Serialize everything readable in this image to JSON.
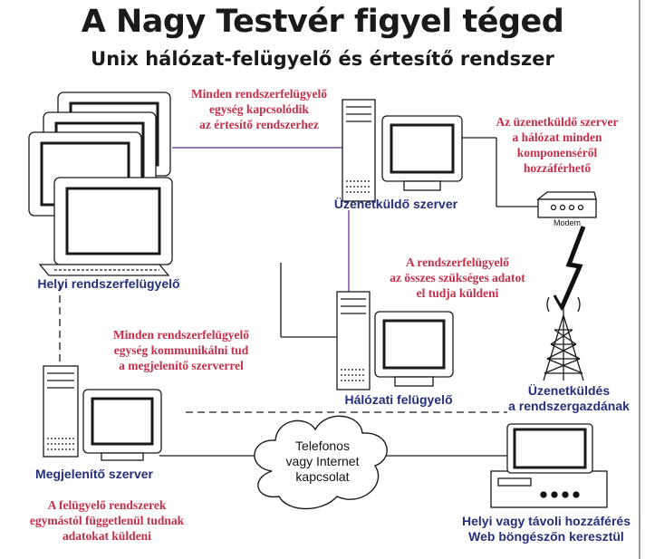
{
  "header": {
    "title": "A Nagy Testvér figyel téged",
    "subtitle": "Unix hálózat-felügyelő és értesítő rendszer"
  },
  "notes": {
    "top_center": [
      "Minden rendszerfelügyelő",
      "egység kapcsolódik",
      "az értesítő rendszerhez"
    ],
    "top_right": [
      "Az üzenetküldő szerver",
      "a hálózat minden",
      "komponenséről",
      "hozzáférhető"
    ],
    "middle_right": [
      "A rendszerfelügyelő",
      "az összes szükséges adatot",
      "el tudja küldeni"
    ],
    "middle_left": [
      "Minden rendszerfelügyelő",
      "egység kommunikálni tud",
      "a megjelenítő szerverrel"
    ],
    "bottom_left": [
      "A felügyelő rendszerek",
      "egymástól függetlenül tudnak",
      "adatokat küldeni"
    ]
  },
  "labels": {
    "local_monitor": "Helyi rendszerfelügyelő",
    "message_server": "Üzenetküldő szerver",
    "network_monitor": "Hálózati felügyelő",
    "display_server": "Megjelenítő szerver",
    "admin_messaging": [
      "Üzenetküldés",
      "a rendszergazdának"
    ],
    "remote_access": [
      "Helyi vagy távoli hozzáférés",
      "Web böngészőn keresztül"
    ]
  },
  "cloud": [
    "Telefonos",
    "vagy Internet",
    "kapcsolat"
  ],
  "modem": "Modem",
  "colors": {
    "note_text": "#c62f4a",
    "label_text": "#24307a",
    "line": "#1a1a1a",
    "messaging_link": "#7a4fa0"
  },
  "icons": [
    "crt-monitor-icon",
    "tower-computer-icon",
    "keyboard-icon",
    "modem-icon",
    "radio-tower-icon",
    "lightning-bolt-icon",
    "cloud-icon",
    "desktop-computer-icon"
  ]
}
